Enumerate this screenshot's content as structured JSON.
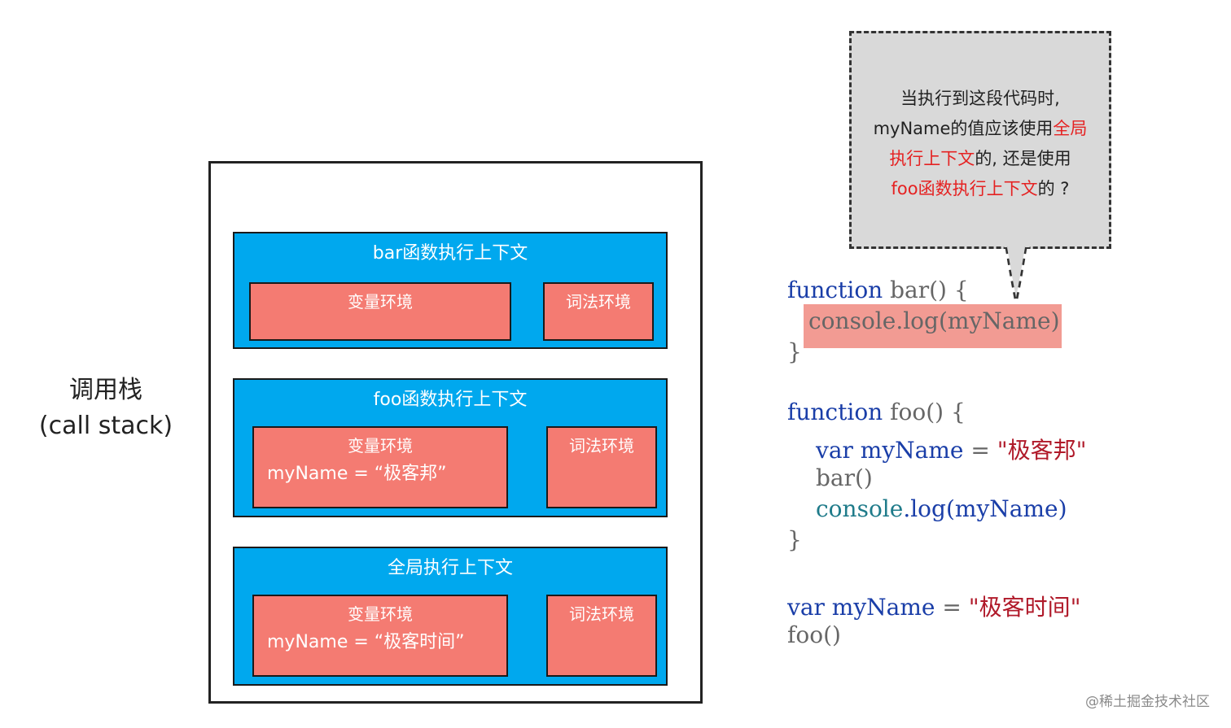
{
  "left_label": {
    "line1": "调用栈",
    "line2": "(call stack)"
  },
  "contexts": {
    "bar": {
      "title": "bar函数执行上下文",
      "variable_env": "变量环境",
      "lexical_env": "词法环境"
    },
    "foo": {
      "title": "foo函数执行上下文",
      "variable_env": "变量环境",
      "variable": "myName = “极客邦”",
      "lexical_env": "词法环境"
    },
    "global": {
      "title": "全局执行上下文",
      "variable_env": "变量环境",
      "variable": "myName = “极客时间”",
      "lexical_env": "词法环境"
    }
  },
  "callout": {
    "line1": "当执行到这段代码时,",
    "line2_a": "myName的值应该使用",
    "line2_b": "全局",
    "line3_a": "执行上下文",
    "line3_b": "的, 还是使用",
    "line4_a": "foo函数执行上下文",
    "line4_b": "的 ?"
  },
  "code": {
    "bar_kw": "function",
    "bar_name": " bar() {",
    "bar_body_obj": "console",
    "bar_body_call": ".log(myName)",
    "bar_close": "}",
    "foo_kw": "function",
    "foo_name": " foo() {",
    "foo_var_kw": "var myName",
    "foo_var_eq": " = ",
    "foo_var_str": "\"极客邦\"",
    "foo_call_bar": "bar()",
    "foo_log_obj": "console",
    "foo_log_call": ".log(myName)",
    "foo_close": "}",
    "global_var_kw": "var myName",
    "global_var_eq": " = ",
    "global_var_str": "\"极客时间\"",
    "global_call": "foo()"
  },
  "watermark": "@稀土掘金技术社区",
  "colors": {
    "context": "#00a8ee",
    "environment": "#f47b72",
    "highlight": "#f29b93",
    "callout": "#d9d9d9",
    "emphasis": "#e52222"
  }
}
